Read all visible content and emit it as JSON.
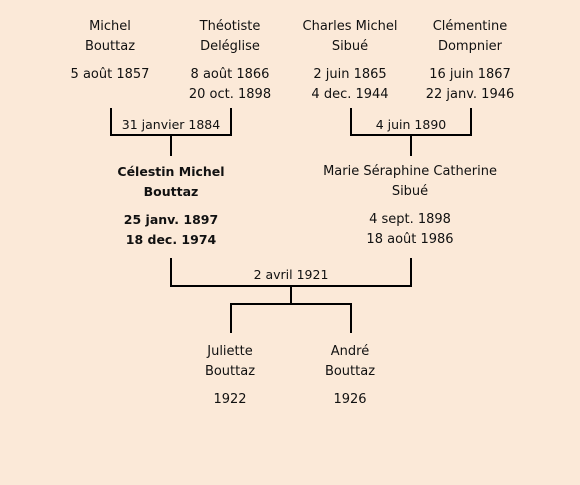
{
  "generation1": [
    {
      "name1": "Michel",
      "name2": "Bouttaz",
      "birth": "5 août 1857",
      "death": ""
    },
    {
      "name1": "Théotiste",
      "name2": "Deléglise",
      "birth": "8 août 1866",
      "death": "20 oct. 1898"
    },
    {
      "name1": "Charles Michel",
      "name2": "Sibué",
      "birth": "2 juin 1865",
      "death": "4 dec. 1944"
    },
    {
      "name1": "Clémentine",
      "name2": "Dompnier",
      "birth": "16 juin 1867",
      "death": "22 janv. 1946"
    }
  ],
  "marriages": {
    "left_parents": "31 janvier 1884",
    "right_parents": "4 juin 1890",
    "center": "2 avril 1921"
  },
  "generation2": [
    {
      "name1": "Célestin Michel",
      "name2": "Bouttaz",
      "birth": "25 janv. 1897",
      "death": "18 dec. 1974",
      "highlight": true
    },
    {
      "name1": "Marie Séraphine Catherine",
      "name2": "Sibué",
      "birth": "4 sept. 1898",
      "death": "18 août 1986",
      "highlight": false
    }
  ],
  "generation3": [
    {
      "name1": "Juliette",
      "name2": "Bouttaz",
      "birth": "1922"
    },
    {
      "name1": "André",
      "name2": "Bouttaz",
      "birth": "1926"
    }
  ]
}
